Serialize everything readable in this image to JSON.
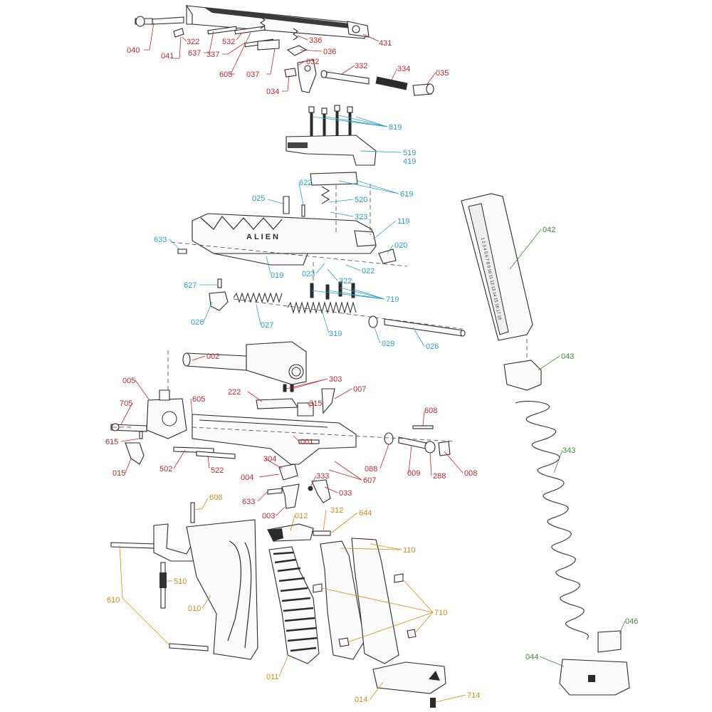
{
  "colors": {
    "slide_group": "#c0272d",
    "upper_group": "#2a9fc9",
    "frame_group": "#c0272d",
    "grip_group": "#d58a16",
    "magazine_group": "#3d8a3a",
    "line": "#2b2b2b"
  },
  "labels": {
    "l040": "040",
    "l041": "041",
    "l322a": "322",
    "l637": "637",
    "l337": "337",
    "l532": "532",
    "l336": "336",
    "l036": "036",
    "l431": "431",
    "l605a": "605",
    "l037": "037",
    "l032": "032",
    "l034": "034",
    "l332": "332",
    "l334": "334",
    "l035": "035",
    "l819": "819",
    "l519": "519",
    "l419": "419",
    "l619": "619",
    "l622": "622",
    "l025": "025",
    "l520": "520",
    "l323": "323",
    "l119": "119",
    "l633a": "633",
    "l020": "020",
    "l019": "019",
    "l023": "023",
    "l022": "022",
    "l322b": "322",
    "l719": "719",
    "l627": "627",
    "l026a": "026",
    "l027": "027",
    "l319": "319",
    "l029": "029",
    "l026b": "026",
    "l002": "002",
    "l005": "005",
    "l303": "303",
    "l007": "007",
    "l222": "222",
    "l315": "315",
    "l705": "705",
    "l605b": "605",
    "l608a": "608",
    "l615": "615",
    "l001": "001",
    "l015": "015",
    "l502": "502",
    "l522": "522",
    "l304": "304",
    "l088": "088",
    "l009": "009",
    "l288": "288",
    "l008": "008",
    "l004": "004",
    "l333": "333",
    "l607": "607",
    "l633b": "633",
    "l033": "033",
    "l003": "003",
    "l608b": "608",
    "l012": "012",
    "l312": "312",
    "l644": "644",
    "l110": "110",
    "l510": "510",
    "l610": "610",
    "l010": "010",
    "l710": "710",
    "l011": "011",
    "l014": "014",
    "l714": "714",
    "l042": "042",
    "l043": "043",
    "l343": "343",
    "l046": "046",
    "l044": "044"
  },
  "engravings": {
    "slide_brand": "ALIEN",
    "mag_marks": "1 2 3 4 5 6 7 8 9 10 11 12 13 14 15 16 17 18"
  }
}
